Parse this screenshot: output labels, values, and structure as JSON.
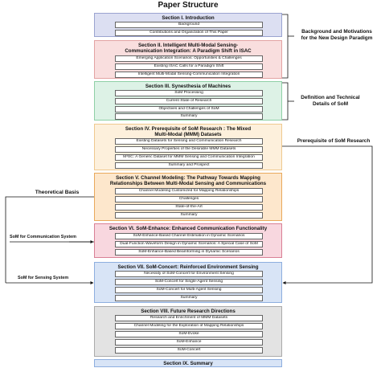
{
  "title": "Paper Structure",
  "sections": [
    {
      "title": [
        "Section I. Introduction"
      ],
      "items": [
        "Background",
        "Contributions and Organization of This Paper"
      ]
    },
    {
      "title": [
        "Section II. Intelligent Multi-Modal Sensing-",
        "Communication Integration: A Paradigm Shift in ISAC"
      ],
      "items": [
        "Emerging Application Scenarios: Opportunities & Challenges",
        "Existing ISAC Calls for a Paradigm Shift",
        "Intelligent Multi-Modal Sensing-Communication Integration"
      ]
    },
    {
      "title": [
        "Section III. Synesthesia of Machines"
      ],
      "items": [
        "SoM Processing",
        "Current State of Research",
        "Objectives and Challenges of SoM",
        "Summary"
      ]
    },
    {
      "title": [
        "Section IV. Prerequisite of SoM Research : The Mixed",
        "Multi-Modal (MMM) Datasets"
      ],
      "items": [
        "Existing Datasets for Sensing and Communication Research",
        "Necessary Properties of the Desirable MMM Datasets",
        "M³SC: A Generic Dataset for MMM Sensing and Communication Integration",
        "Summary and Prospect"
      ]
    },
    {
      "title": [
        "Section V. Channel Modeling: The Pathway Towards Mapping",
        "Relationships Between Multi-Modal Sensing and Communications"
      ],
      "items": [
        "Channel Modeling Customized for Mapping Relationships",
        "Challenges",
        "State-of-the-Art",
        "Summary"
      ]
    },
    {
      "title": [
        "Section VI. SoM-Enhance: Enhanced Communication Functionality"
      ],
      "items": [
        "SoM-Enhance-Based Channel Estimation in Dynamic Scenarios",
        "Dual-Function Waveform Design in Dynamic Scenarios: A Special Case of SoM",
        "SoM-Enhance-Based Beamforming in Dynamic Scenarios"
      ]
    },
    {
      "title": [
        "Section VII. SoM-Concert: Reinforced Environment Sensing"
      ],
      "items": [
        "Necessity of SoM-Concert for Environment Sensing",
        "SoM-Concert for Single-Agent Sensing",
        "SoM-Concert for Multi-Agent Sensing",
        "Summary"
      ]
    },
    {
      "title": [
        "Section VIII. Future Research Directions"
      ],
      "items": [
        "Research and Enrichment of MMM Datasets",
        "Channel Modeling for the Exploration of Mapping Relationships",
        "SoM-Evoke",
        "SoM-Enhance",
        "SoM-Concert"
      ]
    },
    {
      "title": [
        "Section IX. Summary"
      ],
      "items": []
    }
  ],
  "annotations": {
    "background": [
      "Background and Motivations",
      "for the New Design Paradigm"
    ],
    "definition": [
      "Definition and Technical",
      "Details of SoM"
    ],
    "prerequisite": "Prerequisite of SoM Research",
    "theoretical": "Theoretical Basis",
    "comm": "SoM for Communication System",
    "sensing": "SoM for Sensing System"
  }
}
